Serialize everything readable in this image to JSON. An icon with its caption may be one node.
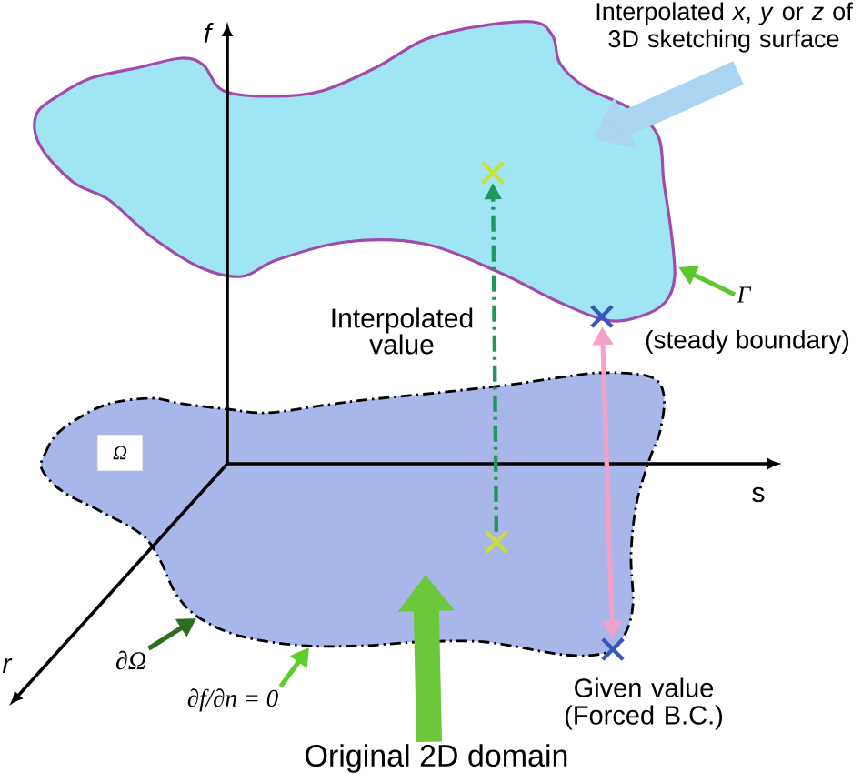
{
  "diagram": {
    "nodes": [
      {
        "text": [],
        "shape": "cloud"
      },
      {
        "text": [],
        "shape": "cross",
        "in": 0
      },
      {
        "text": [
          "Interpolated *x*, *y* or *z* of 3D sketching surface"
        ]
      },
      {
        "text": [
          "Γ"
        ],
        "beside": [
          "(steady boundary)"
        ]
      },
      {
        "text": [],
        "shape": "cross"
      },
      {
        "text": [],
        "shape": "cloud"
      },
      {
        "text": [
          "Ω"
        ],
        "in": 5
      },
      {
        "text": [],
        "shape": "cross",
        "in": 5
      },
      {
        "text": [],
        "shape": "cross",
        "beside": [
          "Given value (Forced B.C.)"
        ]
      },
      {
        "text": [
          "∂Ω"
        ]
      },
      {
        "text": [
          "∂f/∂n = 0"
        ]
      },
      {
        "text": [
          "Original 2D domain"
        ]
      }
    ],
    "edges": [
      {
        "from": 2,
        "to": 0,
        "arrow": "to",
        "style": "thick",
        "color": "#a9d5f2"
      },
      {
        "from": 3,
        "to": 0,
        "arrow": "to",
        "color": "#5dc82e"
      },
      {
        "from": 7,
        "to": 1,
        "arrow": "to",
        "style": "dashed",
        "color": "#22965c"
      },
      {
        "from": 8,
        "to": 4,
        "arrow": "both",
        "color": "#f2a2c9"
      },
      {
        "from": 9,
        "to": 5,
        "arrow": "to",
        "color": "#2f6e1f"
      },
      {
        "from": 10,
        "to": 5,
        "arrow": "to",
        "color": "#5ccf2c"
      },
      {
        "from": 11,
        "to": 5,
        "arrow": "to",
        "style": "thick",
        "color": "#6cc83a"
      }
    ],
    "labels": [
      "f",
      "Interpolated value",
      "s",
      "r"
    ]
  }
}
